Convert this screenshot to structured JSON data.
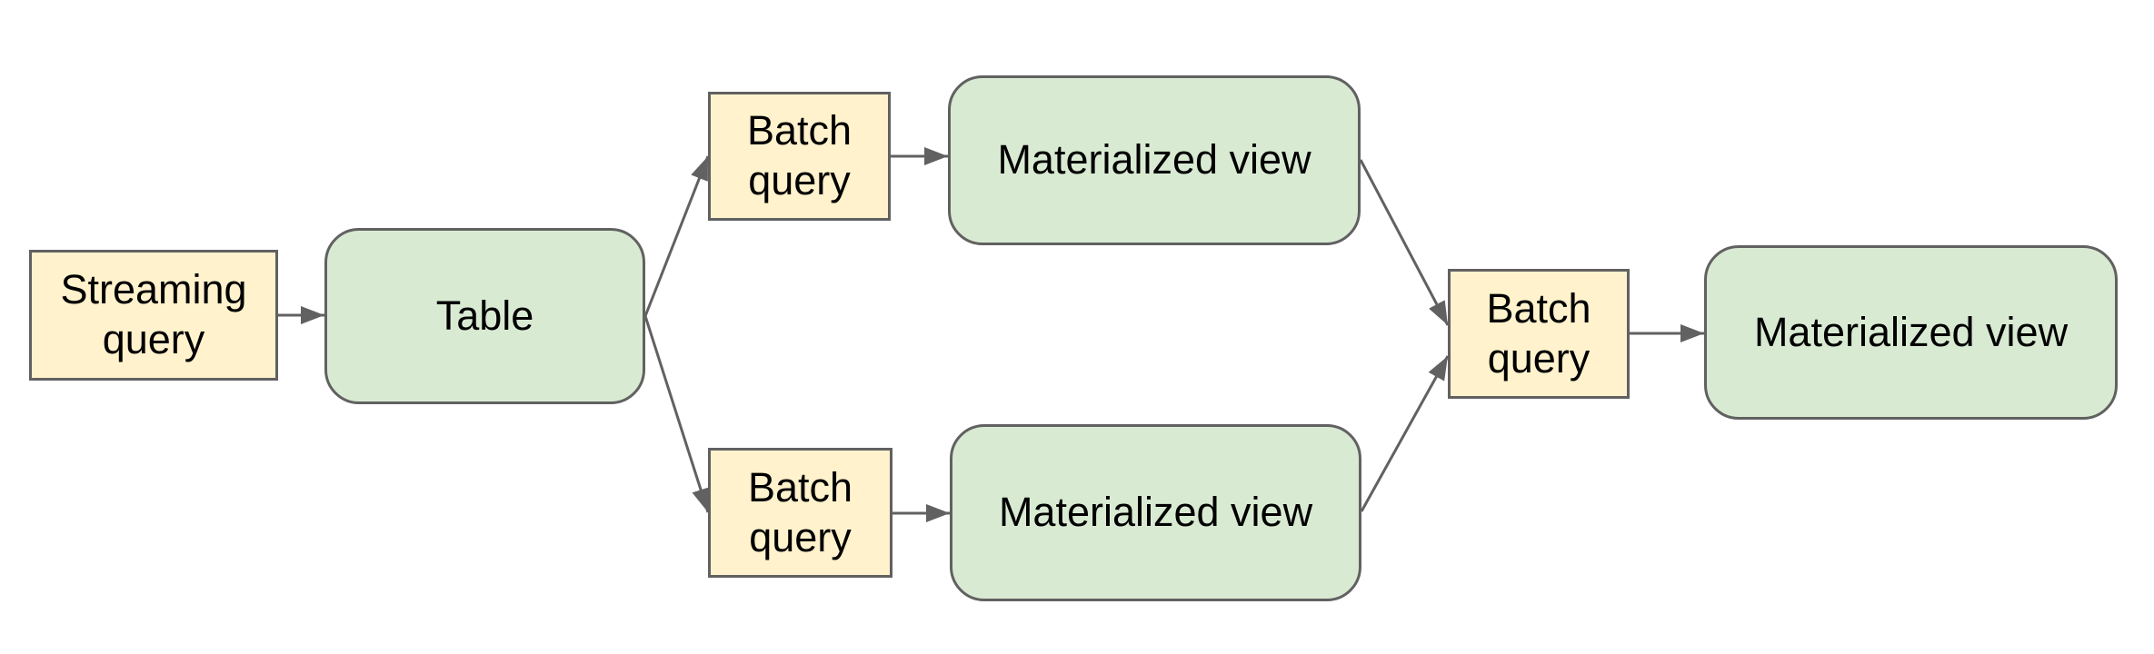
{
  "diagram": {
    "colors": {
      "background": "#ffffff",
      "yellow_fill": "#fff2cc",
      "green_fill": "#d9ead3",
      "border": "#616161",
      "arrow": "#616161",
      "text": "#000000"
    },
    "nodes": [
      {
        "id": "streaming-query",
        "label": "Streaming query",
        "shape": "rectangle",
        "fill": "#fff2cc"
      },
      {
        "id": "table",
        "label": "Table",
        "shape": "rounded-rectangle",
        "fill": "#d9ead3"
      },
      {
        "id": "batch-query-top",
        "label": "Batch query",
        "shape": "rectangle",
        "fill": "#fff2cc"
      },
      {
        "id": "materialized-view-top",
        "label": "Materialized view",
        "shape": "rounded-rectangle",
        "fill": "#d9ead3"
      },
      {
        "id": "batch-query-bottom",
        "label": "Batch query",
        "shape": "rectangle",
        "fill": "#fff2cc"
      },
      {
        "id": "materialized-view-bottom",
        "label": "Materialized view",
        "shape": "rounded-rectangle",
        "fill": "#d9ead3"
      },
      {
        "id": "batch-query-right",
        "label": "Batch query",
        "shape": "rectangle",
        "fill": "#fff2cc"
      },
      {
        "id": "materialized-view-right",
        "label": "Materialized view",
        "shape": "rounded-rectangle",
        "fill": "#d9ead3"
      }
    ],
    "edges": [
      {
        "from": "streaming-query",
        "to": "table"
      },
      {
        "from": "table",
        "to": "batch-query-top"
      },
      {
        "from": "table",
        "to": "batch-query-bottom"
      },
      {
        "from": "batch-query-top",
        "to": "materialized-view-top"
      },
      {
        "from": "batch-query-bottom",
        "to": "materialized-view-bottom"
      },
      {
        "from": "materialized-view-top",
        "to": "batch-query-right"
      },
      {
        "from": "materialized-view-bottom",
        "to": "batch-query-right"
      },
      {
        "from": "batch-query-right",
        "to": "materialized-view-right"
      }
    ]
  }
}
